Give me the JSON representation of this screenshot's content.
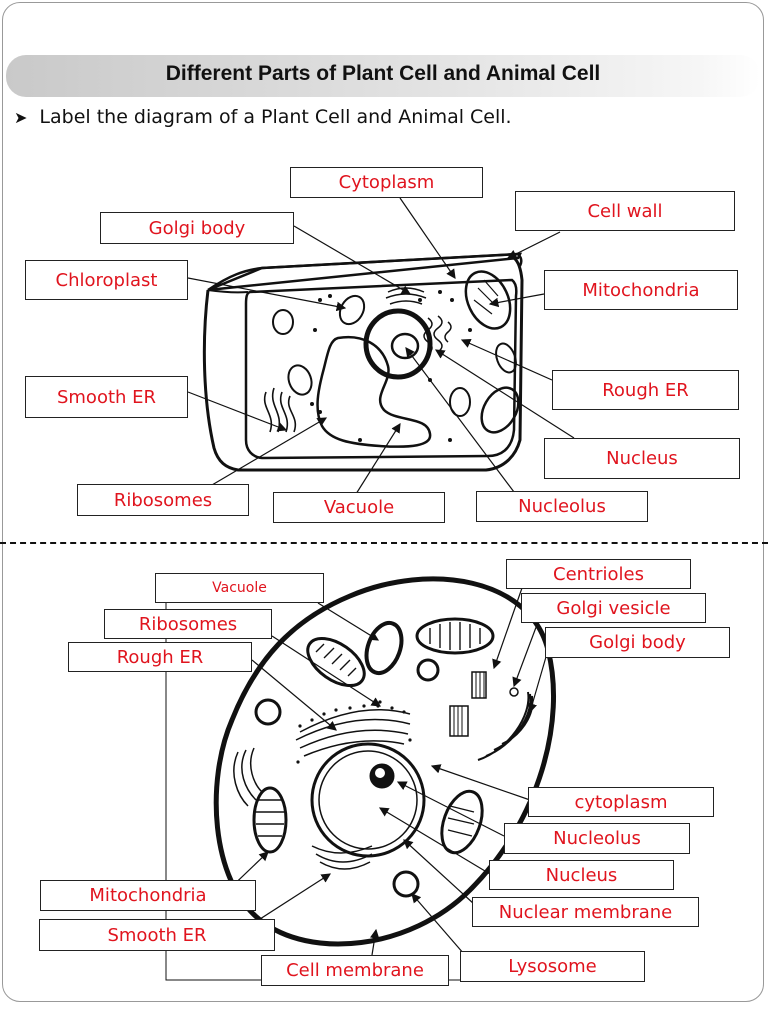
{
  "title": "Different Parts of Plant Cell and Animal Cell",
  "instruction": "Label the diagram of a Plant Cell and Animal Cell.",
  "plant_labels": {
    "cytoplasm": "Cytoplasm",
    "cell_wall": "Cell wall",
    "golgi_body": "Golgi body",
    "chloroplast": "Chloroplast",
    "mitochondria": "Mitochondria",
    "rough_er": "Rough ER",
    "smooth_er": "Smooth ER",
    "nucleus": "Nucleus",
    "ribosomes": "Ribosomes",
    "vacuole": "Vacuole",
    "nucleolus": "Nucleolus"
  },
  "animal_labels": {
    "vacuole": "Vacuole",
    "ribosomes": "Ribosomes",
    "rough_er": "Rough ER",
    "centrioles": "Centrioles",
    "golgi_vesicle": "Golgi vesicle",
    "golgi_body": "Golgi body",
    "cytoplasm": "cytoplasm",
    "nucleolus": "Nucleolus",
    "nucleus": "Nucleus",
    "nuclear_membrane": "Nuclear membrane",
    "mitochondria": "Mitochondria",
    "smooth_er": "Smooth ER",
    "lysosome": "Lysosome",
    "cell_membrane": "Cell membrane"
  },
  "colors": {
    "label_text": "#e0141e",
    "line": "#111111"
  }
}
